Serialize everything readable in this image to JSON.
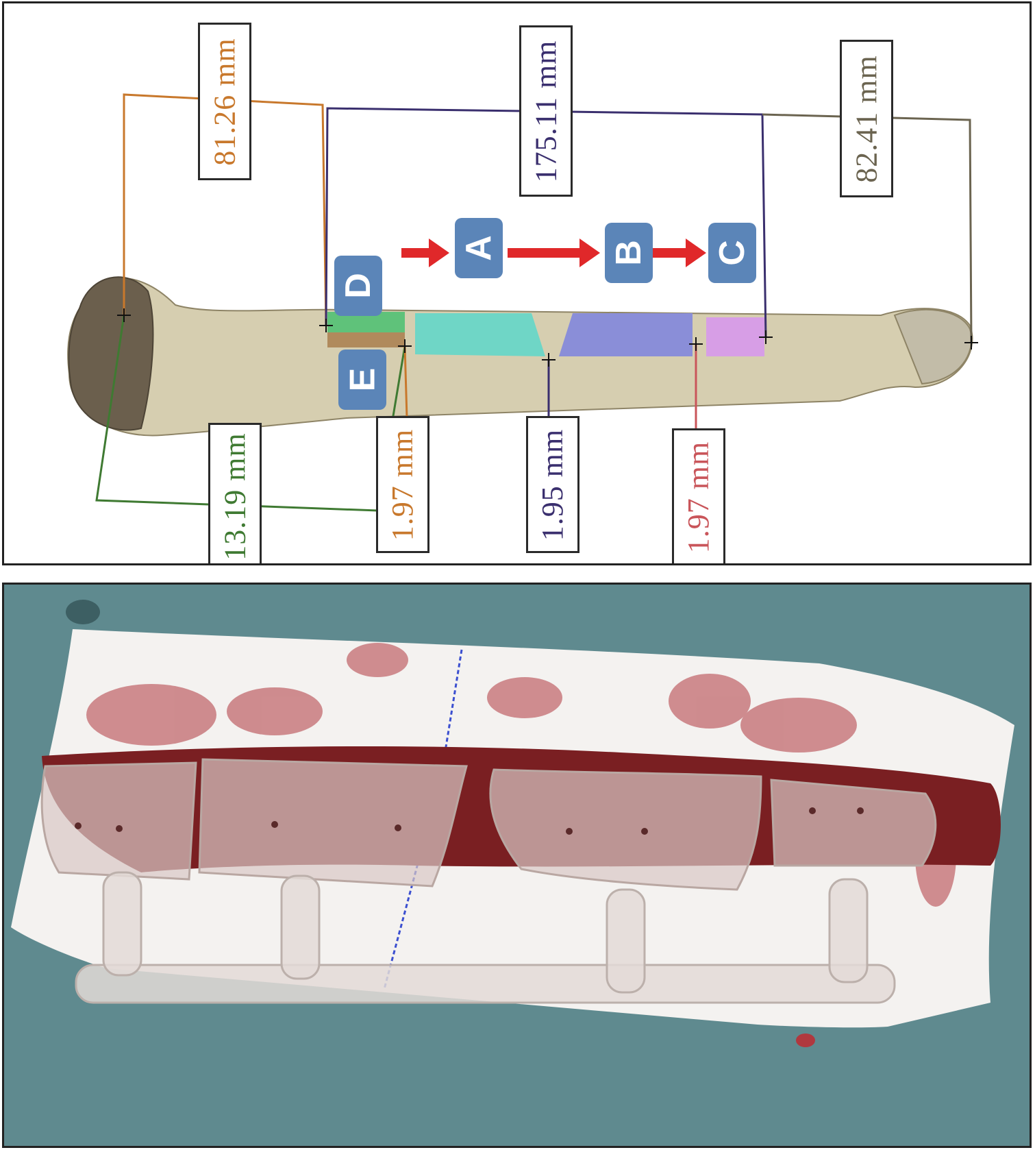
{
  "top_panel": {
    "measurements": {
      "m1": "81.26 mm",
      "m2": "175.11 mm",
      "m3": "82.41 mm",
      "m4": "13.19 mm",
      "m5": "1.97 mm",
      "m6": "1.95 mm",
      "m7": "1.97 mm"
    },
    "segment_labels": {
      "a": "A",
      "b": "B",
      "c": "C",
      "d": "D",
      "e": "E"
    },
    "colors": {
      "orange": "#c8782c",
      "navy": "#3a2f6e",
      "gray_brown": "#6b6450",
      "green": "#3f7a32",
      "red": "#c9555a",
      "badge": "#5b85b8",
      "arrow": "#e0282a",
      "segment_teal": "#6fd6c6",
      "segment_blue": "#8a8ed8",
      "segment_pink": "#d79ee6",
      "segment_green": "#5fc27a",
      "bone": "#d6ceb0"
    }
  },
  "bottom_panel": {
    "colors": {
      "drape": "#5f8a8f",
      "gauze": "#f4f2f0",
      "blood": "#b0383f",
      "guide": "#d8c8c4"
    }
  }
}
